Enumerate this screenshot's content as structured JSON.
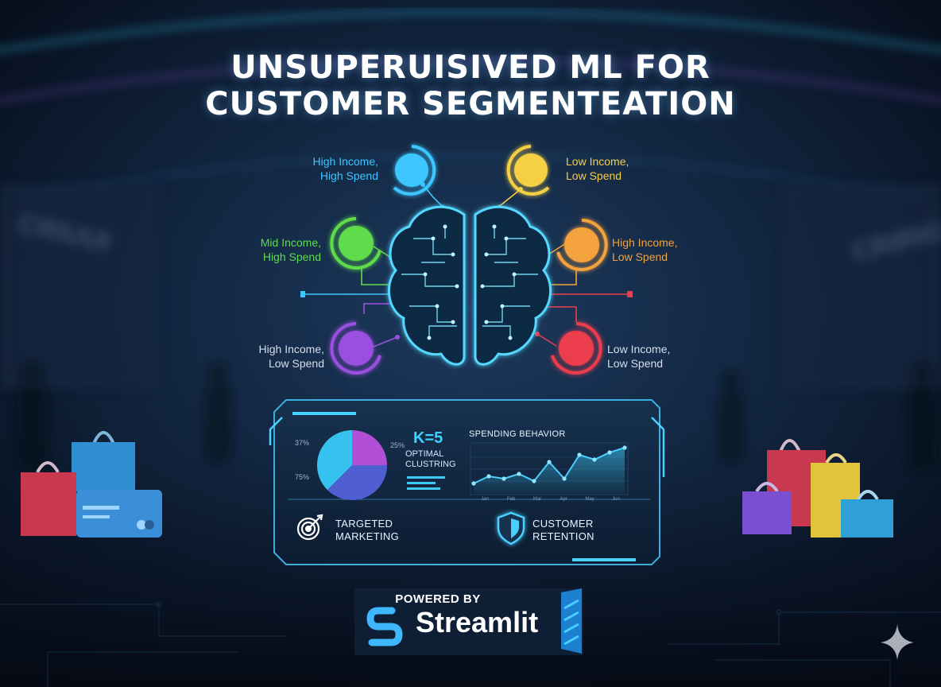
{
  "title": {
    "line1": "UNSUPERUISIVED ML FOR",
    "line2": "CUSTOMER SEGMENTEATION"
  },
  "segments": [
    {
      "label1": "High Income,",
      "label2": "High Spend",
      "color": "#3cc6ff"
    },
    {
      "label1": "Low Income,",
      "label2": "Low Spend",
      "color": "#f5d044"
    },
    {
      "label1": "Mid Income,",
      "label2": "High Spend",
      "color": "#5fdc4c"
    },
    {
      "label1": "High Income,",
      "label2": "Low Spend",
      "color": "#f4a23c"
    },
    {
      "label1": "High Income,",
      "label2": "Low Spend",
      "color": "#9b4fe0"
    },
    {
      "label1": "Low Income,",
      "label2": "Low Spend",
      "color": "#ec3d4e"
    }
  ],
  "dashboard": {
    "pie_labels": {
      "top_left": "37%",
      "top_right": "25%",
      "left": "75%"
    },
    "k_value": "K=5",
    "optimal_line1": "OPTIMAL",
    "optimal_line2": "CLUSTRING",
    "spending_title": "SPENDING BEHAVIOR",
    "targeted_line1": "TARGETED",
    "targeted_line2": "MARKETING",
    "retention_line1": "CUSTOMER",
    "retention_line2": "RETENTION"
  },
  "chart_data": {
    "type": "area",
    "title": "SPENDING BEHAVIOR",
    "x_ticks": [
      "Jan",
      "Feb",
      "Mar",
      "Apr",
      "May",
      "Jun"
    ],
    "values": [
      20,
      35,
      30,
      40,
      25,
      65,
      30,
      80,
      70,
      85,
      95
    ],
    "ylim": [
      0,
      100
    ],
    "grid": true
  },
  "pie": [
    {
      "share": 0.25,
      "color": "#b24fd6"
    },
    {
      "share": 0.375,
      "color": "#4f5fd2"
    },
    {
      "share": 0.375,
      "color": "#36c2ee"
    }
  ],
  "footer": {
    "powered_by": "POWERED BY",
    "brand": "Streamlit"
  },
  "icons": {
    "target": "target-icon",
    "shield": "shield-icon",
    "brain": "brain-icon",
    "bags": "shopping-bag-icon",
    "card": "credit-card-icon",
    "logo": "streamlit-logo-icon"
  }
}
